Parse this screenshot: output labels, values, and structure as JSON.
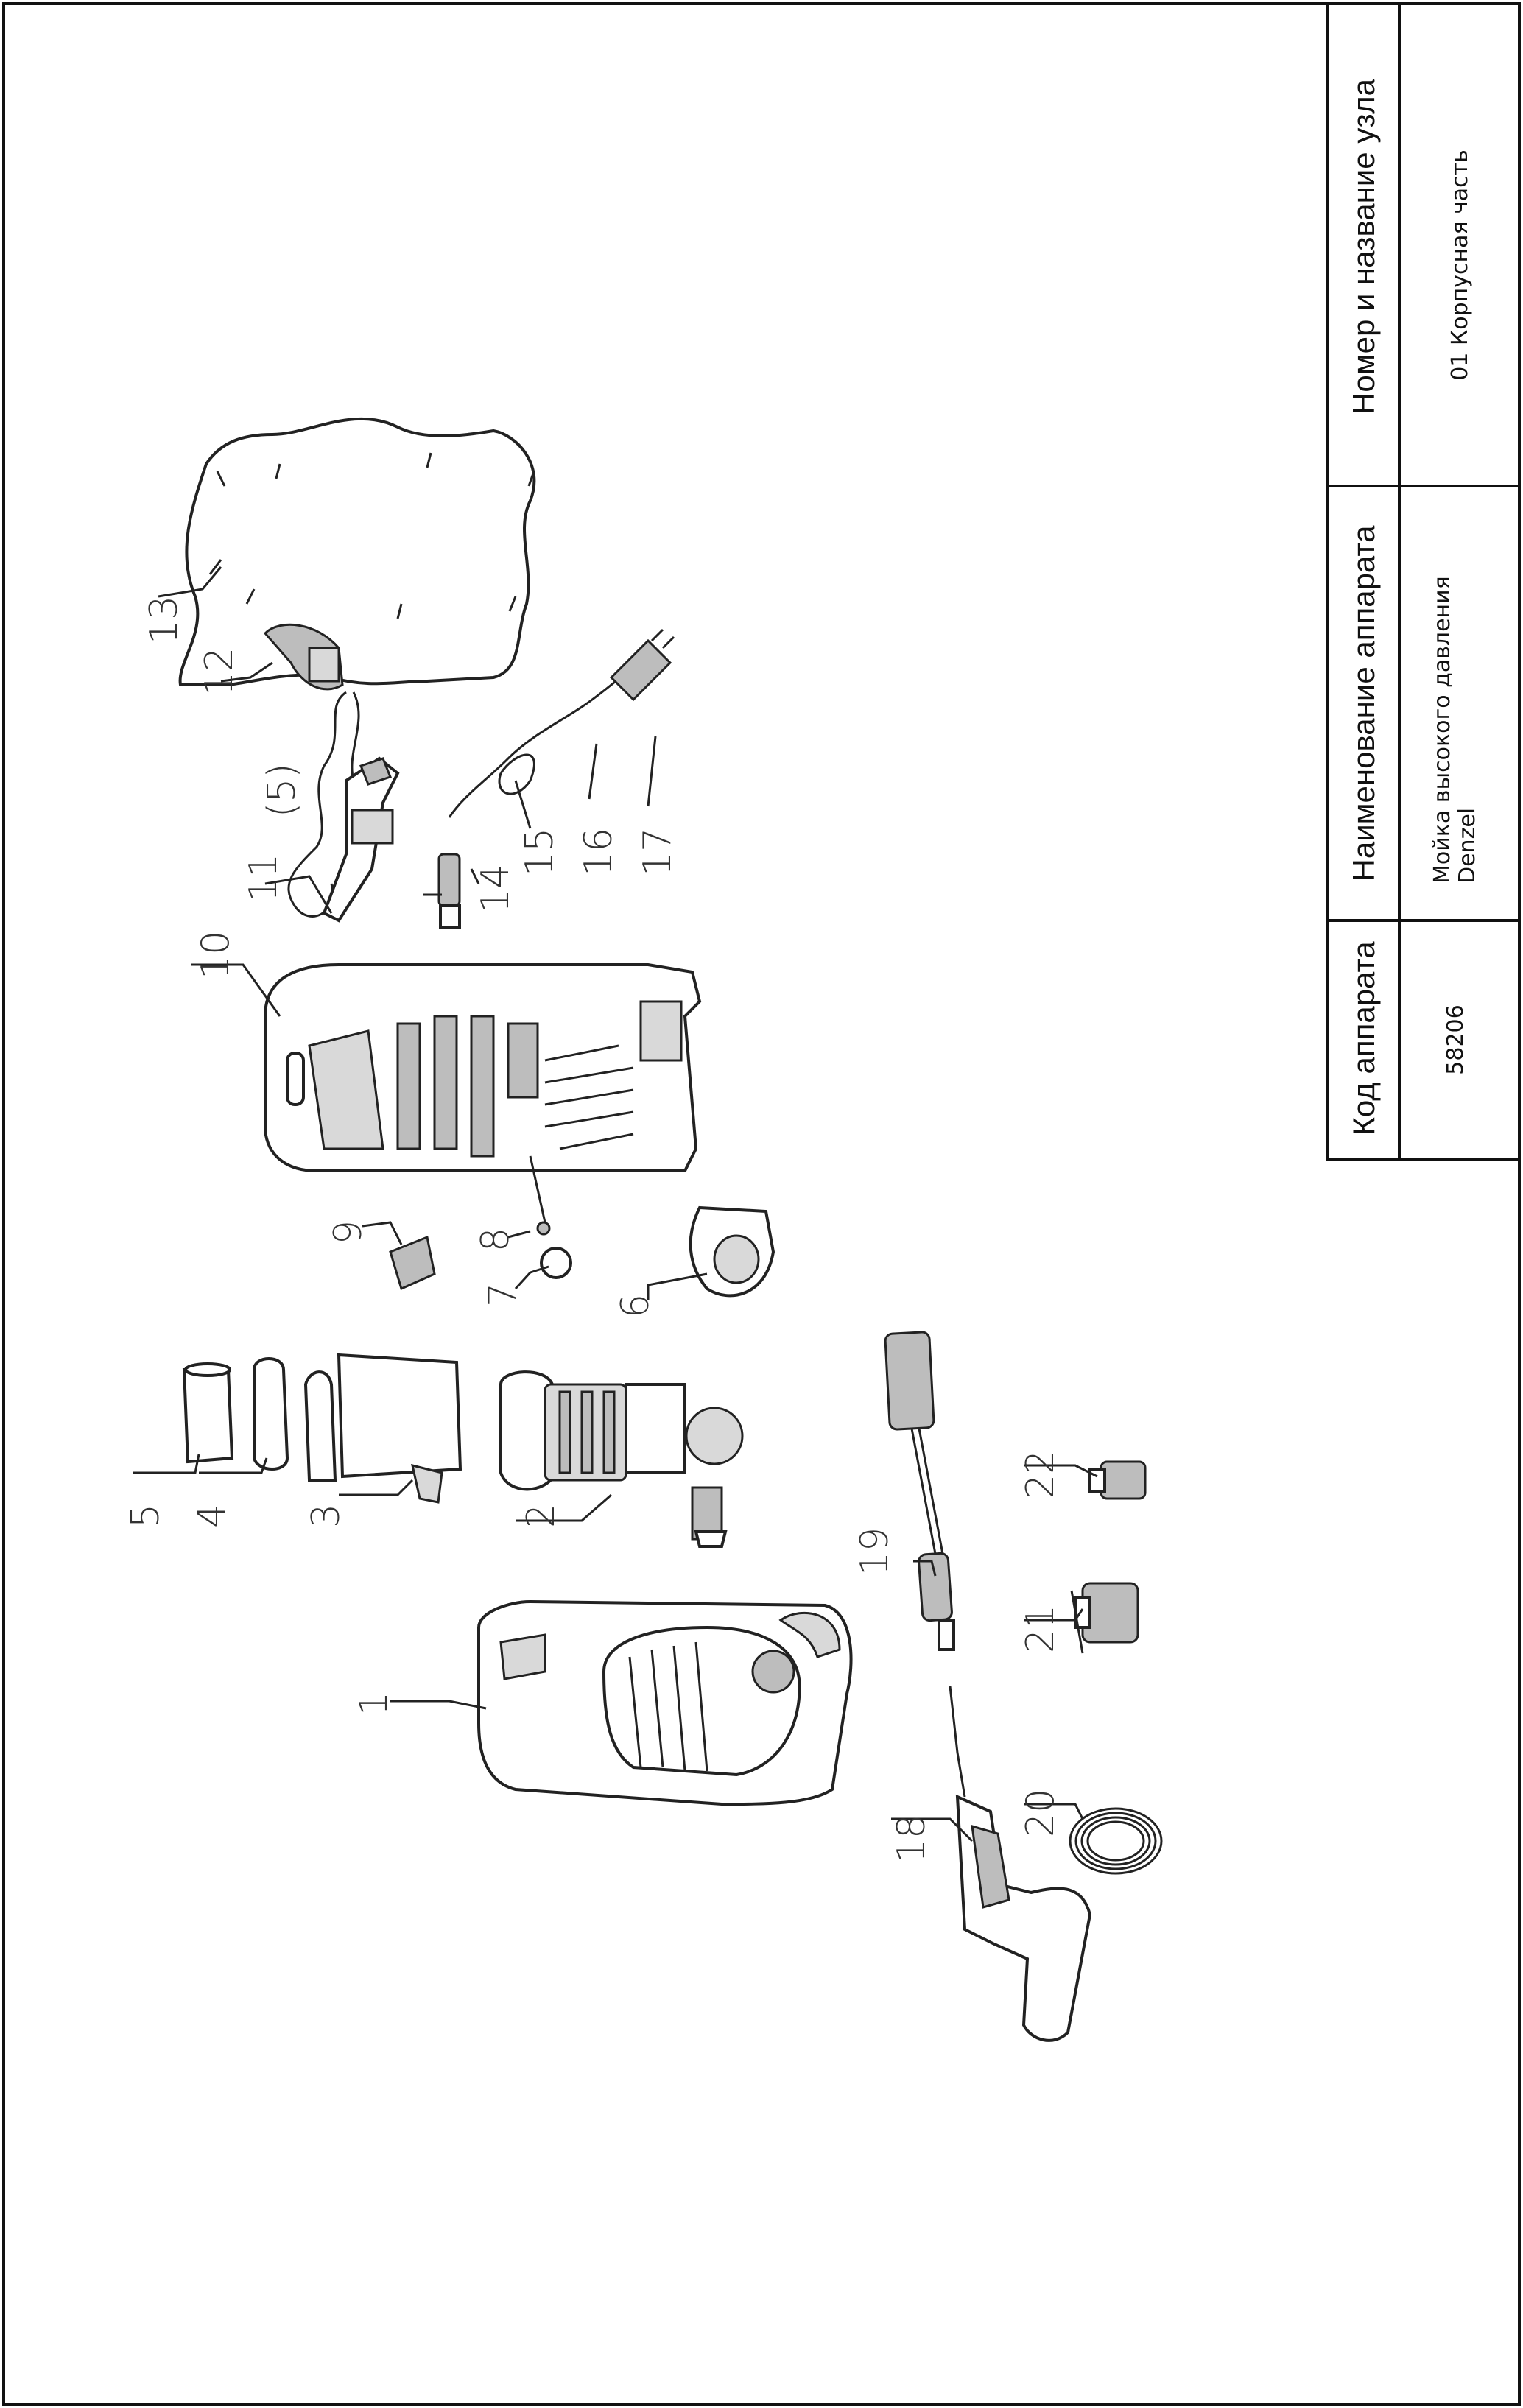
{
  "title_block": {
    "headers": {
      "code": "Код аппарата",
      "name": "Наименование аппарата",
      "unit": "Номер и название узла"
    },
    "values": {
      "code": "58206",
      "name_line1": "Мойка высокого давления",
      "name_line2": "Denzel",
      "unit": "01 Корпусная часть"
    }
  },
  "callouts": {
    "c1": "1",
    "c2": "2",
    "c3": "3",
    "c4": "4",
    "c5": "5",
    "c6": "6",
    "c7": "7",
    "c8": "8",
    "c9": "9",
    "c10": "10",
    "c11": "11",
    "c12": "12",
    "c13": "13",
    "c14": "14",
    "c15": "15",
    "c16": "16",
    "c17": "17",
    "c18": "18",
    "c19": "19",
    "c20": "20",
    "c21": "21",
    "c22": "22",
    "c5b": "(5)"
  }
}
